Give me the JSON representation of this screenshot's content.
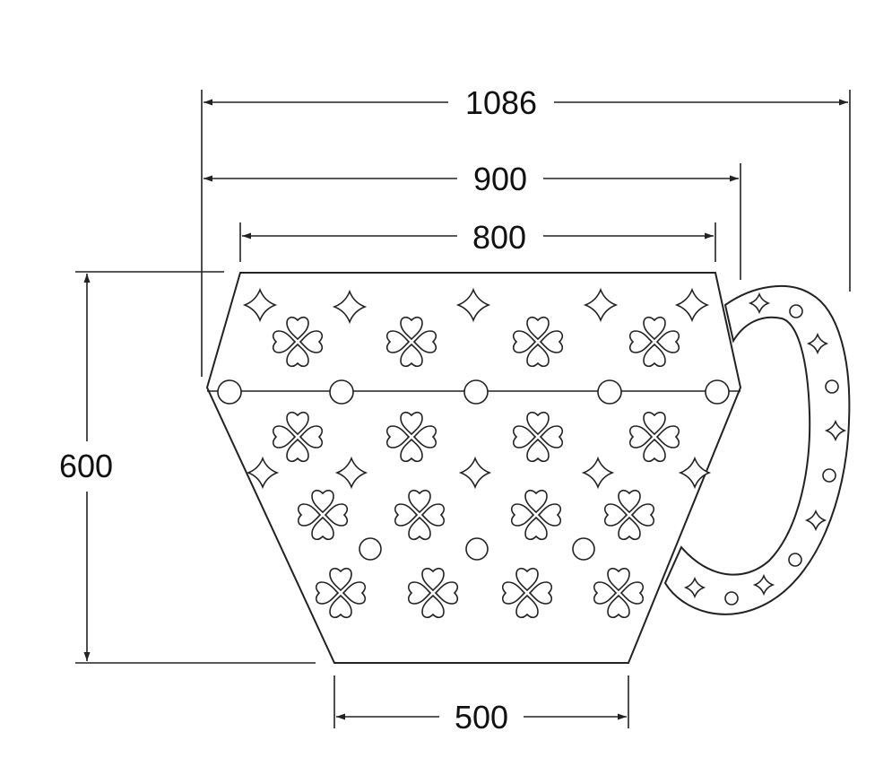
{
  "dimensions": {
    "overall_width": "1086",
    "body_width": "900",
    "top_width": "800",
    "height": "600",
    "bottom_width": "500"
  },
  "colors": {
    "line": "#222222",
    "background": "#ffffff"
  },
  "icons": {
    "heart_clover": "clover-heart-icon",
    "star": "four-point-star-icon",
    "dot": "circle-dot-icon"
  }
}
